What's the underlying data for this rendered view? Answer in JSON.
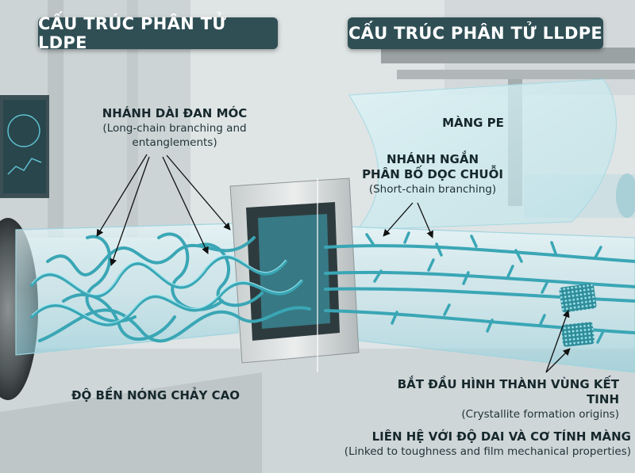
{
  "titles": {
    "left": "CẤU TRÚC PHÂN TỬ LDPE",
    "right": "CẤU TRÚC PHÂN TỬ LLDPE"
  },
  "labels": {
    "long_chain_vi": "NHÁNH DÀI ĐAN MÓC",
    "long_chain_en_1": "(Long-chain branching and",
    "long_chain_en_2": "entanglements)",
    "short_chain_vi_1": "NHÁNH NGẮN",
    "short_chain_vi_2": "PHÂN BỐ DỌC CHUỖI",
    "short_chain_en": "(Short-chain branching)",
    "film": "MÀNG PE",
    "melt_strength": "ĐỘ BỀN NÓNG CHẢY CAO",
    "crystal_vi": "BẮT ĐẦU HÌNH THÀNH VÙNG KẾT TINH",
    "crystal_en": "(Crystallite formation origins)",
    "toughness_vi": "LIÊN HỆ VỚI ĐỘ DAI VÀ CƠ TÍNH MÀNG",
    "toughness_en": "(Linked to toughness and film mechanical properties)"
  },
  "colors": {
    "title_bg": "#2f4f55",
    "polymer": "#3aa6b5",
    "polymer_dark": "#1f6f7d",
    "tube": "#a9dde6"
  }
}
